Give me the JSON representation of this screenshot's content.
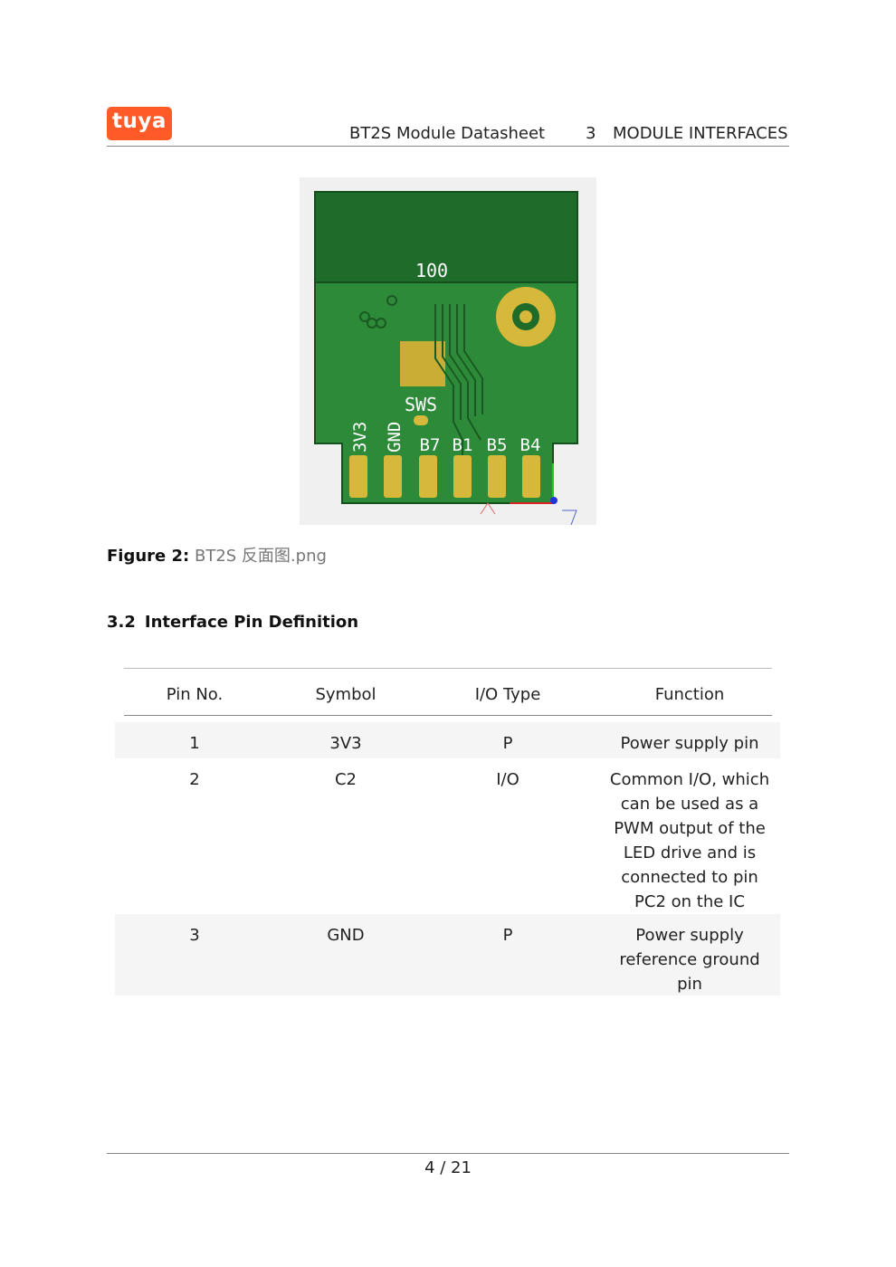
{
  "header": {
    "logo_text": "tuya",
    "title": "BT2S Module Datasheet",
    "chapter_number": "3",
    "chapter_title": "MODULE INTERFACES"
  },
  "figure": {
    "board_label": "100",
    "sws_label": "SWS",
    "pin_labels": [
      "3V3",
      "GND",
      "B7",
      "B1",
      "B5",
      "B4"
    ],
    "caption_label": "Figure 2:",
    "caption_text": "BT2S 反面图.png"
  },
  "section": {
    "number": "3.2",
    "title": "Interface Pin Definition"
  },
  "table": {
    "headers": [
      "Pin No.",
      "Symbol",
      "I/O Type",
      "Function"
    ],
    "rows": [
      {
        "pin": "1",
        "symbol": "3V3",
        "io": "P",
        "function": [
          "Power supply pin"
        ]
      },
      {
        "pin": "2",
        "symbol": "C2",
        "io": "I/O",
        "function": [
          "Common I/O, which",
          "can be used as a",
          "PWM output of the",
          "LED drive and is",
          "connected to pin",
          "PC2 on the IC"
        ]
      },
      {
        "pin": "3",
        "symbol": "GND",
        "io": "P",
        "function": [
          "Power supply",
          "reference ground",
          "pin"
        ]
      }
    ]
  },
  "footer": {
    "page": "4 / 21"
  },
  "colors": {
    "brand": "#ff5a28",
    "pcb_green": "#1f6b2a",
    "pad_gold": "#d6b83a"
  }
}
